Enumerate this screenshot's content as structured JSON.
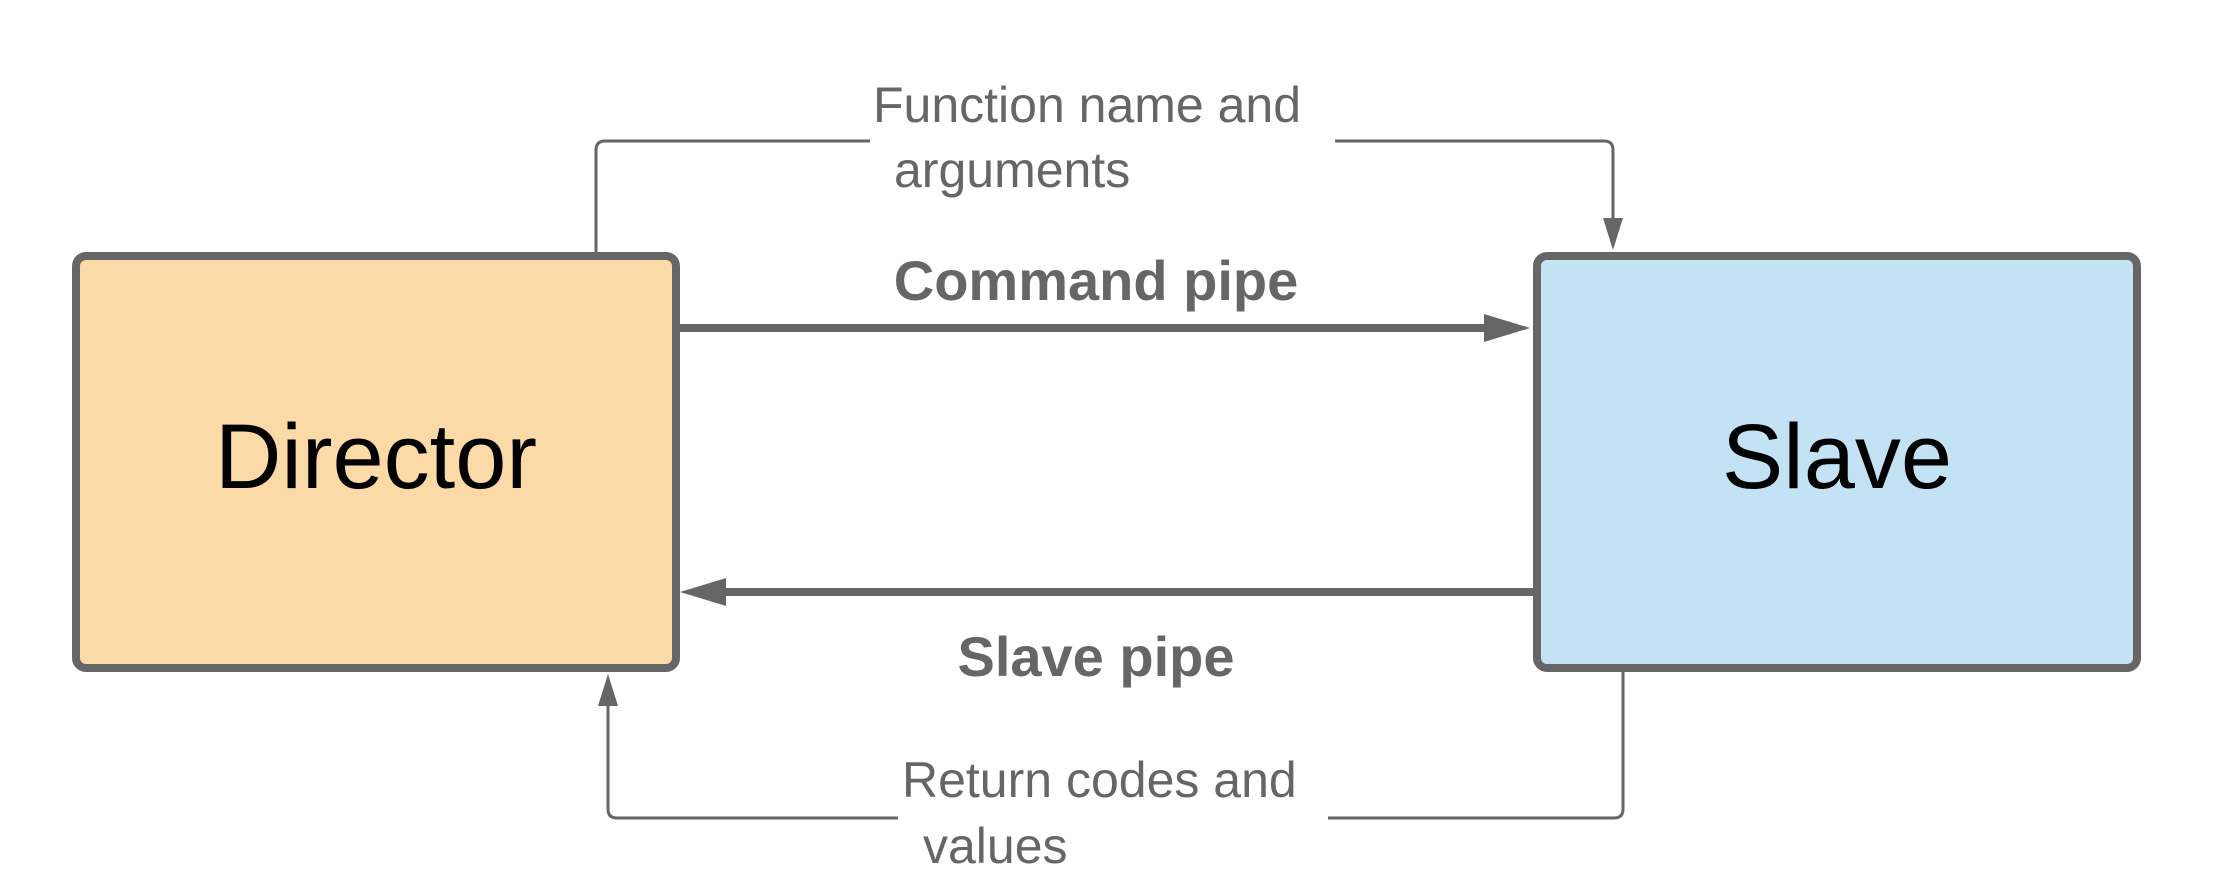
{
  "nodes": {
    "director": {
      "label": "Director",
      "fill": "#fcdaa8"
    },
    "slave": {
      "label": "Slave",
      "fill": "#c3e3f5"
    }
  },
  "edges": {
    "command_pipe": {
      "label": "Command pipe",
      "from": "Director",
      "to": "Slave"
    },
    "slave_pipe": {
      "label": "Slave pipe",
      "from": "Slave",
      "to": "Director"
    },
    "function_call": {
      "label_lines": [
        "Function name and",
        "arguments"
      ],
      "from": "Director",
      "to": "Slave"
    },
    "return_values": {
      "label_lines": [
        "Return codes and",
        "values"
      ],
      "from": "Slave",
      "to": "Director"
    }
  },
  "colors": {
    "stroke": "#666666",
    "text_dark": "#000000",
    "text_gray": "#666666"
  }
}
